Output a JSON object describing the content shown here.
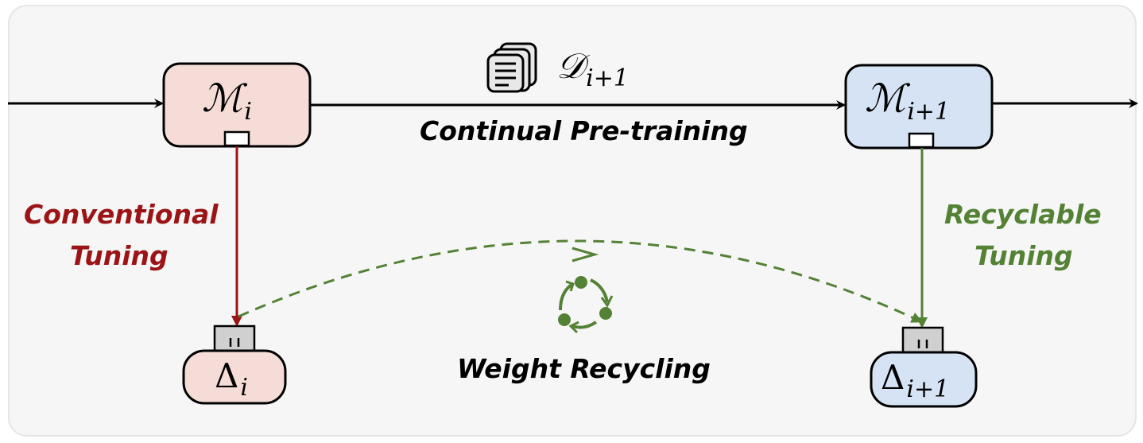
{
  "nodes": {
    "model_i": {
      "symbol": "ℳ",
      "sub": "i",
      "fill": "#f5dcd6"
    },
    "model_next": {
      "symbol": "ℳ",
      "sub": "i+1",
      "fill": "#d6e3f5"
    },
    "delta_i": {
      "symbol": "Δ",
      "sub": "i",
      "fill": "#f5dcd6"
    },
    "delta_next": {
      "symbol": "Δ",
      "sub": "i+1",
      "fill": "#d6e3f5"
    }
  },
  "dataset": {
    "symbol": "𝒟",
    "sub": "i+1",
    "icon": "document-stack-icon"
  },
  "labels": {
    "continual": "Continual Pre-training",
    "conventional_line1": "Conventional",
    "conventional_line2": "Tuning",
    "recyclable_line1": "Recyclable",
    "recyclable_line2": "Tuning",
    "weight_recycling": "Weight Recycling"
  },
  "colors": {
    "conventional": "#9b1416",
    "recyclable": "#548235",
    "black": "#000000"
  }
}
